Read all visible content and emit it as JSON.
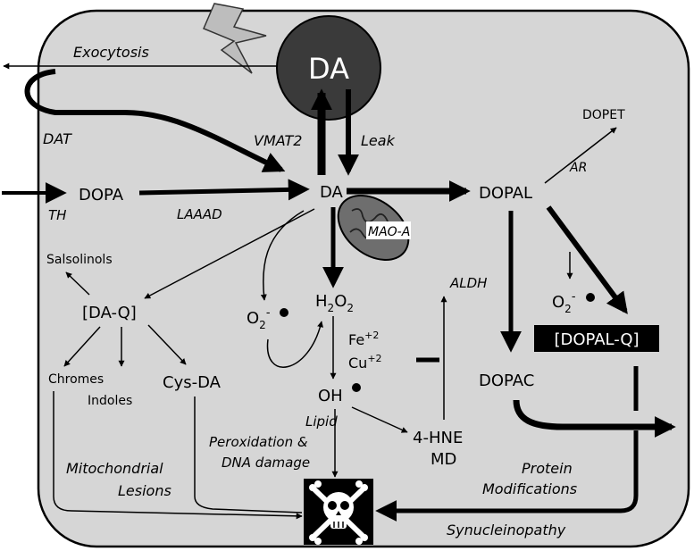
{
  "labels": {
    "da_vesicle": "DA",
    "exocytosis": "Exocytosis",
    "dat": "DAT",
    "vmat2": "VMAT2",
    "leak": "Leak",
    "dopa": "DOPA",
    "th": "TH",
    "laaad": "LAAAD",
    "da": "DA",
    "dopal": "DOPAL",
    "dopet": "DOPET",
    "ar": "AR",
    "mao_a": "MAO-A",
    "salsolinols": "Salsolinols",
    "da_q": "[DA-Q]",
    "o2_left": "O",
    "o2_left_sub": "2",
    "o2_left_sup": "-",
    "h2o2_h": "H",
    "h2o2_sub1": "2",
    "h2o2_o": "O",
    "h2o2_sub2": "2",
    "aldh": "ALDH",
    "o2_right": "O",
    "o2_right_sub": "2",
    "o2_right_sup": "-",
    "fe": "Fe",
    "fe_sup": "+2",
    "cu": "Cu",
    "cu_sup": "+2",
    "dopal_q": "[DOPAL-Q]",
    "chromes": "Chromes",
    "indoles": "Indoles",
    "cys_da": "Cys-DA",
    "oh": "OH",
    "dopac": "DOPAC",
    "lipid_1": "Lipid",
    "lipid_2": "Peroxidation &",
    "lipid_3": "DNA damage",
    "hne": "4-HNE",
    "md": "MD",
    "mito_1": "Mitochondrial",
    "mito_2": "Lesions",
    "protein_1": "Protein",
    "protein_2": "Modifications",
    "synuclein": "Synucleinopathy"
  },
  "colors": {
    "cell_fill": "#d6d6d6",
    "vesicle_fill": "#3a3a3a",
    "mito_fill": "#6e6e6e",
    "death_box": "#000000",
    "lightning": "#bdbdbd"
  },
  "icons": {
    "death": "skull-and-crossbones-icon",
    "stimulus": "lightning-bolt-icon",
    "mitochondrion": "mitochondrion-icon"
  }
}
